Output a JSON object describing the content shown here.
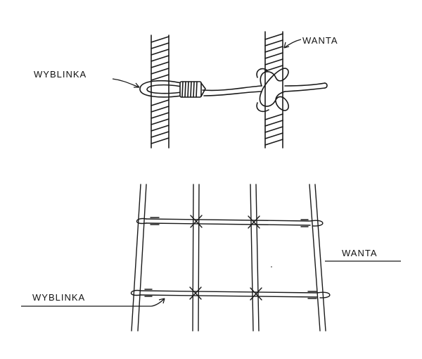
{
  "top_figure": {
    "label_left": "WYBLINKA",
    "label_right": "WANTA"
  },
  "bottom_figure": {
    "label_left": "WYBLINKA",
    "label_right": "WANTA"
  },
  "colors": {
    "ink": "#1a1a1a",
    "paper": "#ffffff"
  }
}
